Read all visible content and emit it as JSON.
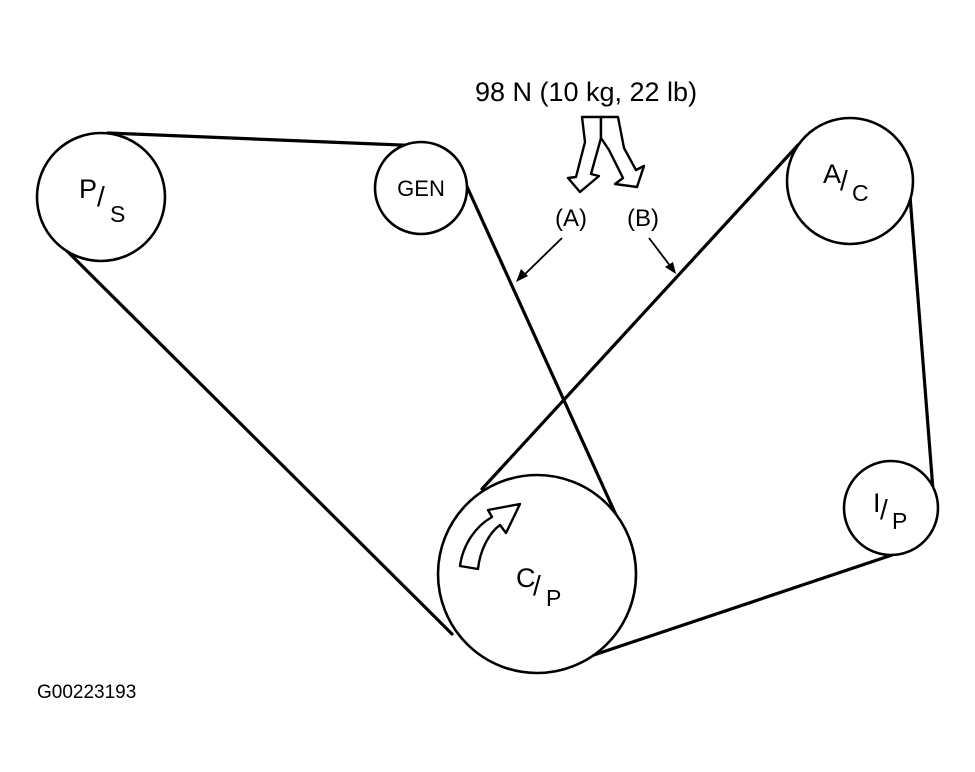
{
  "diagram": {
    "force_label": "98 N (10 kg, 22 lb)",
    "callout_a": "(A)",
    "callout_b": "(B)",
    "figure_id": "G00223193",
    "pulleys": {
      "ps": {
        "top": "P",
        "slash": "/",
        "bottom": "S"
      },
      "gen": {
        "label": "GEN"
      },
      "ac": {
        "top": "A",
        "slash": "/",
        "bottom": "C"
      },
      "ip": {
        "top": "I",
        "slash": "/",
        "bottom": "P"
      },
      "cp": {
        "top": "C",
        "slash": "/",
        "bottom": "P"
      }
    },
    "rotation_icon": "clockwise-arrow-icon",
    "force_icon": "hollow-arrow-icon"
  }
}
